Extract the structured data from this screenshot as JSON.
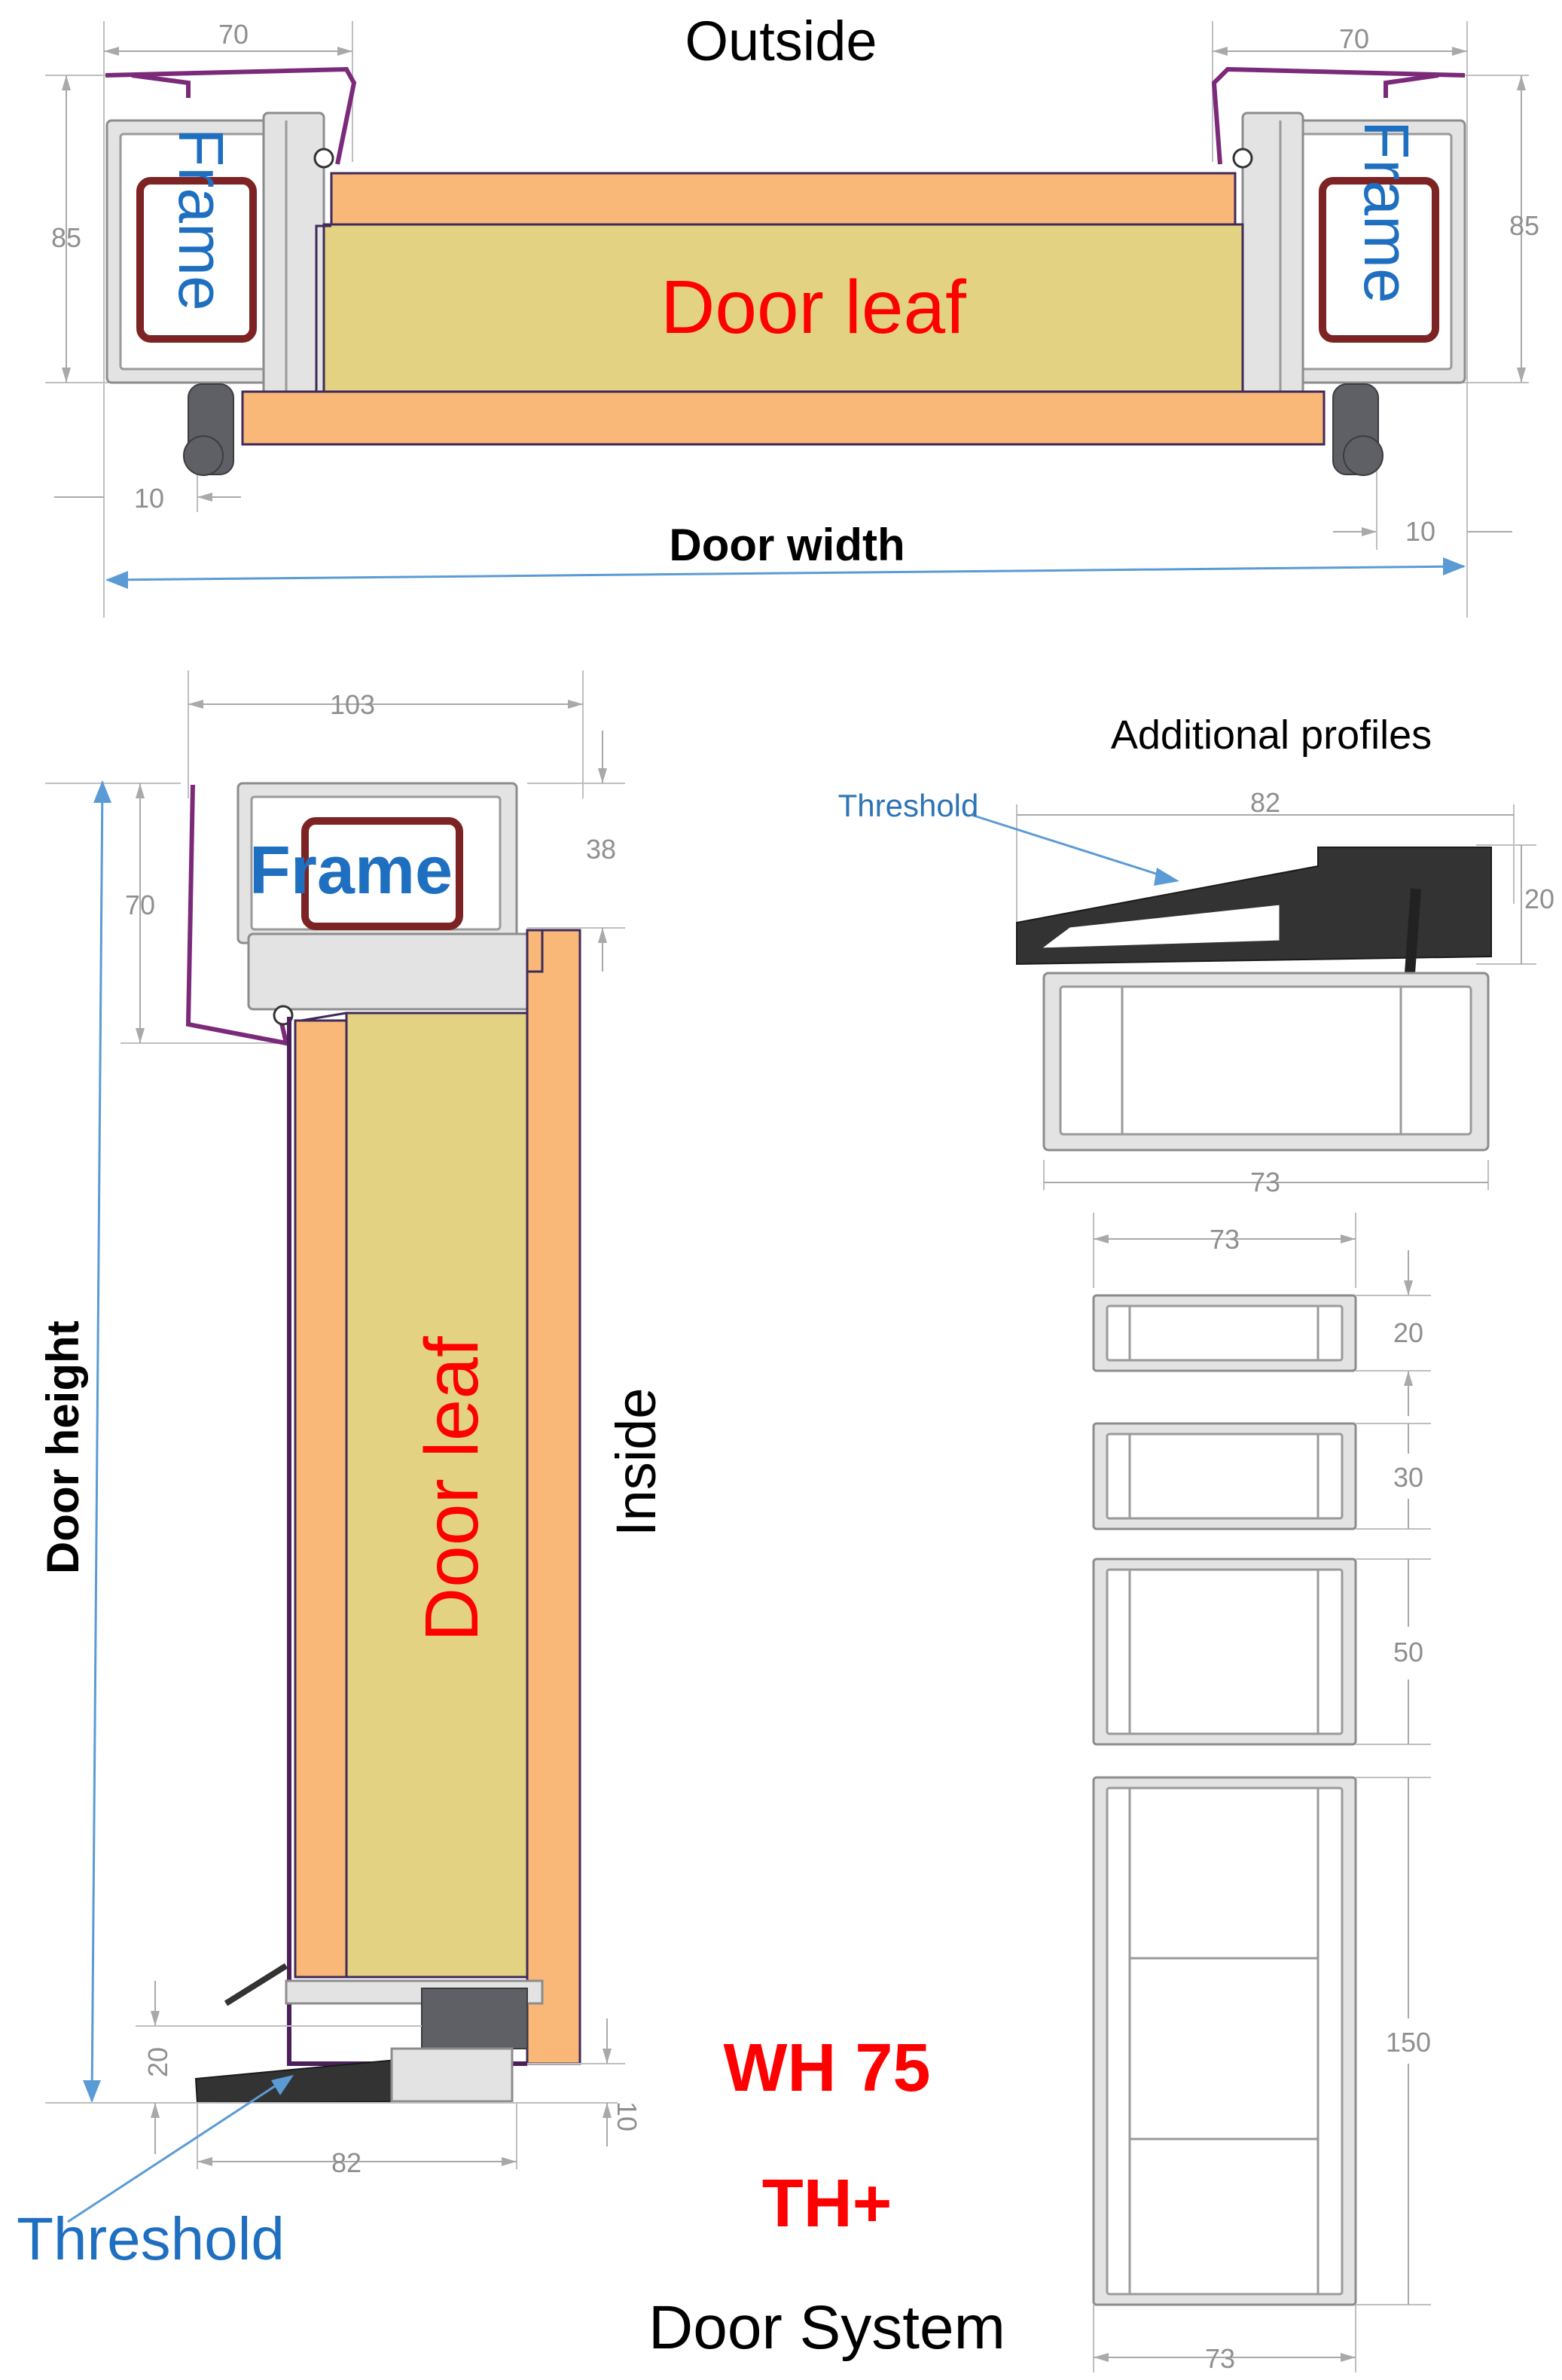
{
  "top_section": {
    "outside_label": "Outside",
    "frame_label_left": "Frame",
    "frame_label_right": "Frame",
    "door_leaf_label": "Door leaf",
    "door_width_label": "Door width",
    "dim_frame_width_left": "70",
    "dim_frame_width_right": "70",
    "dim_frame_depth_left": "85",
    "dim_frame_depth_right": "85",
    "dim_overlap_left": "10",
    "dim_overlap_right": "10"
  },
  "side_section": {
    "frame_label": "Frame",
    "door_leaf_label": "Door leaf",
    "inside_label": "Inside",
    "door_height_label": "Door height",
    "threshold_label": "Threshold",
    "dim_top_width": "103",
    "dim_frame_height": "70",
    "dim_leaf_offset": "38",
    "dim_threshold_height": "20",
    "dim_threshold_gap": "10",
    "dim_threshold_width": "82"
  },
  "additional_profiles": {
    "title": "Additional profiles",
    "threshold_label": "Threshold",
    "threshold_width": "82",
    "threshold_height": "20",
    "threshold_base_width": "73",
    "profiles": [
      {
        "width": "73",
        "height": "20"
      },
      {
        "height": "30"
      },
      {
        "height": "50"
      },
      {
        "height": "150",
        "width": "73"
      }
    ]
  },
  "product": {
    "model": "WH 75",
    "variant": "TH+",
    "subtitle": "Door System"
  },
  "colors": {
    "label_red": "#ff0000",
    "label_blue": "#1f6fc0",
    "leaf_orange": "#f9b878",
    "leaf_core": "#e2d281",
    "frame_purple": "#7b2a7a",
    "dimension_blue": "#5b9bd5"
  }
}
